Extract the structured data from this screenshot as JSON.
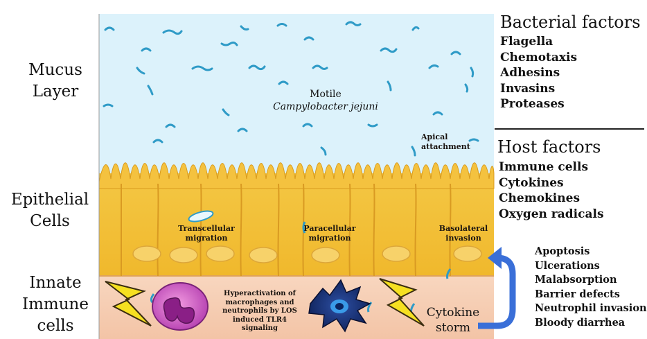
{
  "layers": {
    "mucus": "Mucus\nLayer",
    "epithelial": "Epithelial\nCells",
    "immune": "Innate\nImmune\ncells"
  },
  "diagram": {
    "motile_line1": "Motile",
    "motile_line2": "Campylobacter jejuni",
    "apical_attachment": "Apical\nattachment",
    "transcellular": "Transcellular\nmigration",
    "paracellular": "Paracellular\nmigration",
    "basolateral": "Basolateral\ninvasion",
    "hyperactivation": "Hyperactivation of\nmacrophages and\nneutrophils by LOS\ninduced TLR4\nsignaling",
    "cytokine_storm": "Cytokine\nstorm"
  },
  "bacterial_factors": {
    "title": "Bacterial factors",
    "items": [
      "Flagella",
      "Chemotaxis",
      "Adhesins",
      "Invasins",
      "Proteases"
    ]
  },
  "host_factors": {
    "title": "Host factors",
    "items": [
      "Immune cells",
      "Cytokines",
      "Chemokines",
      "Oxygen radicals"
    ]
  },
  "outcomes": {
    "items": [
      "Apoptosis",
      "Ulcerations",
      "Malabsorption",
      "Barrier defects",
      "Neutrophil invasion",
      "Bloody diarrhea"
    ]
  },
  "colors": {
    "mucus": "#d9f1fb",
    "epithelium": "#f6c43a",
    "immune_zone": "#f7d1b5",
    "arrow": "#3a6fd8",
    "bacteria": "#2f9bc7"
  }
}
